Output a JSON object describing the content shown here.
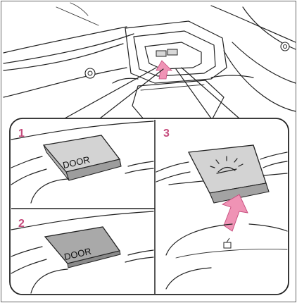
{
  "panels": [
    {
      "number": "1",
      "button_label": "DOOR"
    },
    {
      "number": "2",
      "button_label": "DOOR"
    },
    {
      "number": "3",
      "button_label": ""
    }
  ],
  "colors": {
    "accent": "#c54b7c",
    "arrow": "#ef93b5",
    "button_fill": "#bdbdbd",
    "button_fill_pressed": "#a9a9a9",
    "line": "#222222"
  },
  "icons": {
    "press_arrow": "up-arrow-icon",
    "interior_light": "interior-light-icon",
    "map_light": "map-light-icon"
  }
}
